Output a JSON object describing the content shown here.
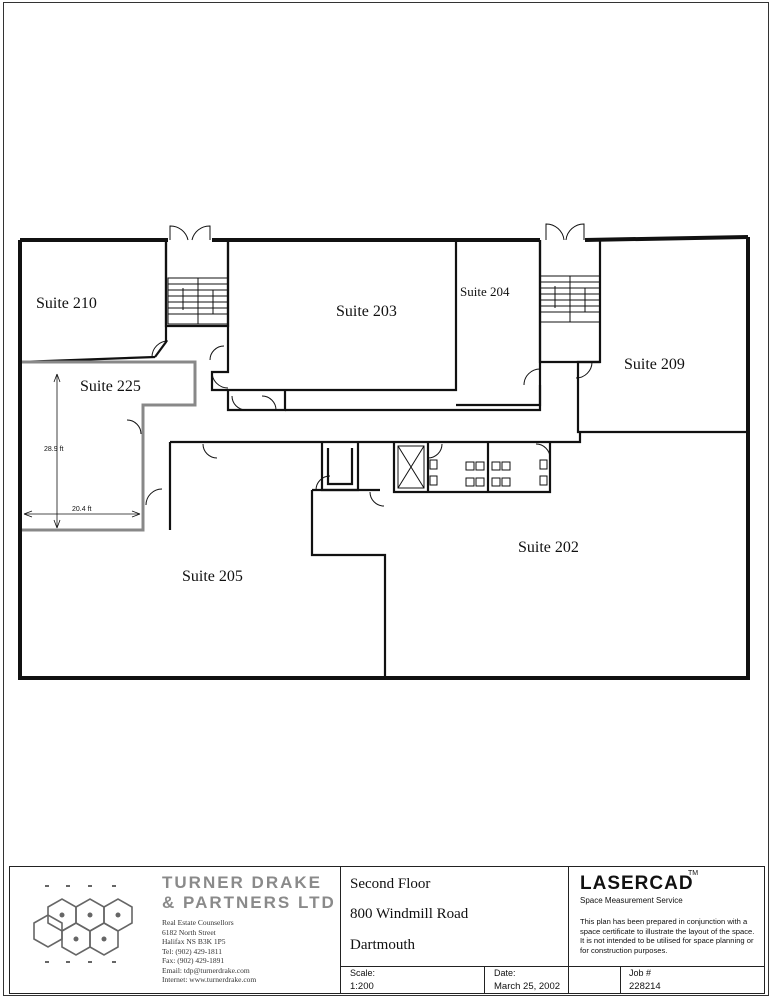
{
  "plan": {
    "suites": {
      "s210": "Suite 210",
      "s203": "Suite 203",
      "s204": "Suite 204",
      "s209": "Suite 209",
      "s225": "Suite 225",
      "s202": "Suite 202",
      "s205": "Suite 205"
    },
    "dimensions": {
      "height": "28.9 ft",
      "width": "20.4 ft"
    }
  },
  "title_block": {
    "firm": {
      "name_line1": "TURNER DRAKE",
      "name_line2": "& PARTNERS LTD",
      "tagline": "Real Estate Counsellors",
      "address1": "6182 North Street",
      "address2": "Halifax NS B3K 1P5",
      "tel": "Tel: (902) 429-1811",
      "fax": "Fax: (902) 429-1891",
      "email": "Email: tdp@turnerdrake.com",
      "internet": "Internet: www.turnerdrake.com"
    },
    "project": {
      "floor": "Second Floor",
      "address": "800 Windmill Road",
      "city": "Dartmouth"
    },
    "scale_label": "Scale:",
    "scale_value": "1:200",
    "date_label": "Date:",
    "date_value": "March 25, 2002",
    "job_label": "Job #",
    "job_value": "228214",
    "lasercad": {
      "brand": "LASERCAD",
      "tm": "TM",
      "service": "Space Measurement Service",
      "note": "This plan has been prepared in conjunction with a space certificate to illustrate the layout of the space. It is not intended to be utilised for space planning or for construction purposes."
    }
  }
}
